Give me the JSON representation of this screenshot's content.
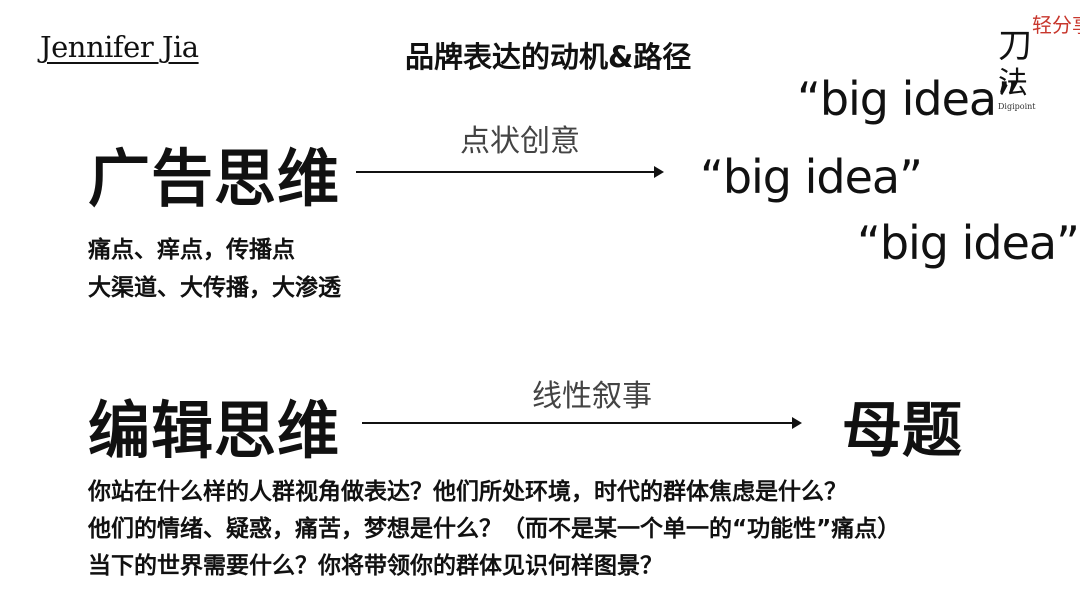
{
  "author": "Jennifer Jia",
  "title": "品牌表达的动机&路径",
  "logo": {
    "char1": "刀",
    "char2": "法",
    "side": "轻分享",
    "tagline": "Digipoint"
  },
  "section1": {
    "heading": "广告思维",
    "arrow_label": "点状创意",
    "ideas": [
      "“big idea”",
      "“big idea”",
      "“big idea”"
    ],
    "points": [
      "痛点、痒点，传播点",
      "大渠道、大传播，大渗透"
    ]
  },
  "section2": {
    "heading": "编辑思维",
    "arrow_label": "线性叙事",
    "result": "母题",
    "questions": [
      "你站在什么样的人群视角做表达？他们所处环境，时代的群体焦虑是什么？",
      "他们的情绪、疑惑，痛苦，梦想是什么？（而不是某一个单一的“功能性”痛点）",
      "当下的世界需要什么？你将带领你的群体见识何样图景？"
    ]
  }
}
